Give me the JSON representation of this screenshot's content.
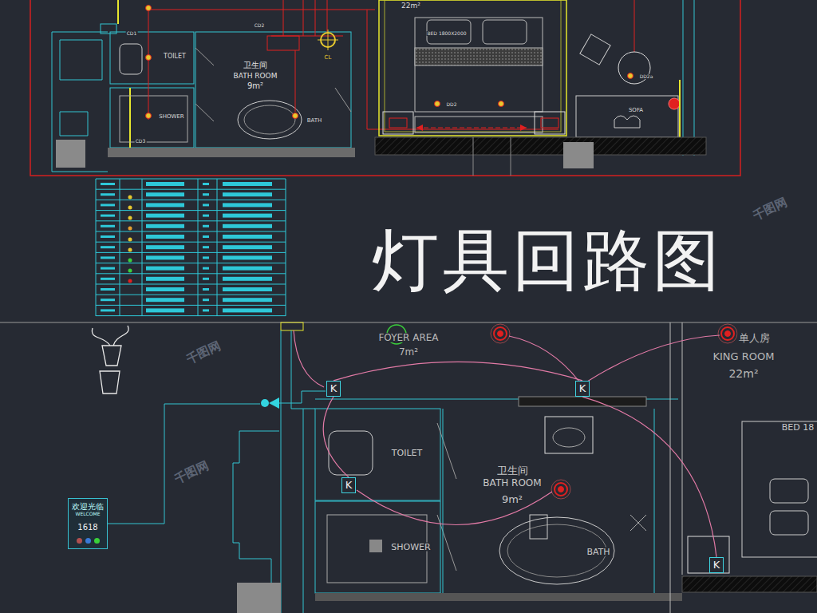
{
  "diagram": {
    "title": "灯具回路图",
    "nodes": [
      {
        "text": [
          "欢迎光临",
          "WELCOME",
          "1618"
        ]
      },
      {
        "text": [
          "K"
        ]
      },
      {
        "text": [
          "K"
        ]
      },
      {
        "text": [
          "K"
        ]
      },
      {
        "text": [
          "K"
        ]
      }
    ],
    "edges": [
      {
        "from": 1,
        "to": 2,
        "arrow": "none"
      },
      {
        "from": 1,
        "to": 3,
        "arrow": "none"
      },
      {
        "from": 2,
        "to": 4,
        "arrow": "none"
      }
    ],
    "labels": [
      "22m²",
      "CD1",
      "CD2",
      "CL",
      "BED 1800X2000",
      "TOILET",
      "卫生间",
      "BATH ROOM",
      "9m²",
      "DD2a",
      "DD2",
      "SOFA",
      "SHOWER",
      "BATH",
      "CD3",
      "千图网",
      "FOYER AREA",
      "7m²",
      "单人房",
      "KING ROOM",
      "22m²",
      "TOILET",
      "卫生间",
      "BATH ROOM",
      "9m²",
      "SHOWER",
      "BATH",
      "BED 18",
      "千图网",
      "千图网"
    ]
  }
}
